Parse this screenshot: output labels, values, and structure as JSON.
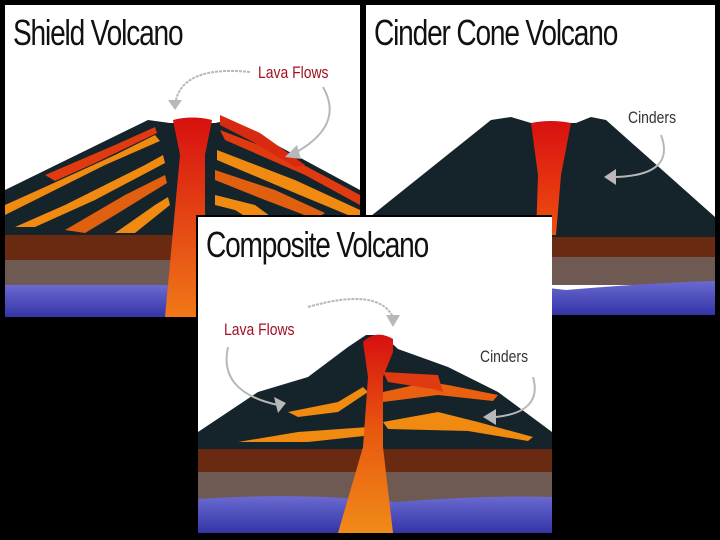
{
  "panels": {
    "shield": {
      "title": "Shield Volcano",
      "labels": {
        "lava_flows": "Lava Flows"
      }
    },
    "cinder": {
      "title": "Cinder Cone Volcano",
      "labels": {
        "cinders": "Cinders"
      }
    },
    "composite": {
      "title": "Composite Volcano",
      "labels": {
        "lava_flows": "Lava Flows",
        "cinders": "Cinders"
      }
    }
  },
  "colors": {
    "background": "#000000",
    "panel": "#ffffff",
    "rock": "#15232b",
    "magma_top": "#d81010",
    "magma_bottom": "#f07818",
    "lava_orange": "#f08a10",
    "lava_red": "#d82a10",
    "layer_brown": "#6a2a12",
    "layer_taupe": "#6e5a52",
    "layer_water": "#4a4ab8",
    "arrow": "#b8b8b8",
    "lava_label": "#a01020",
    "cinder_label": "#333333"
  }
}
